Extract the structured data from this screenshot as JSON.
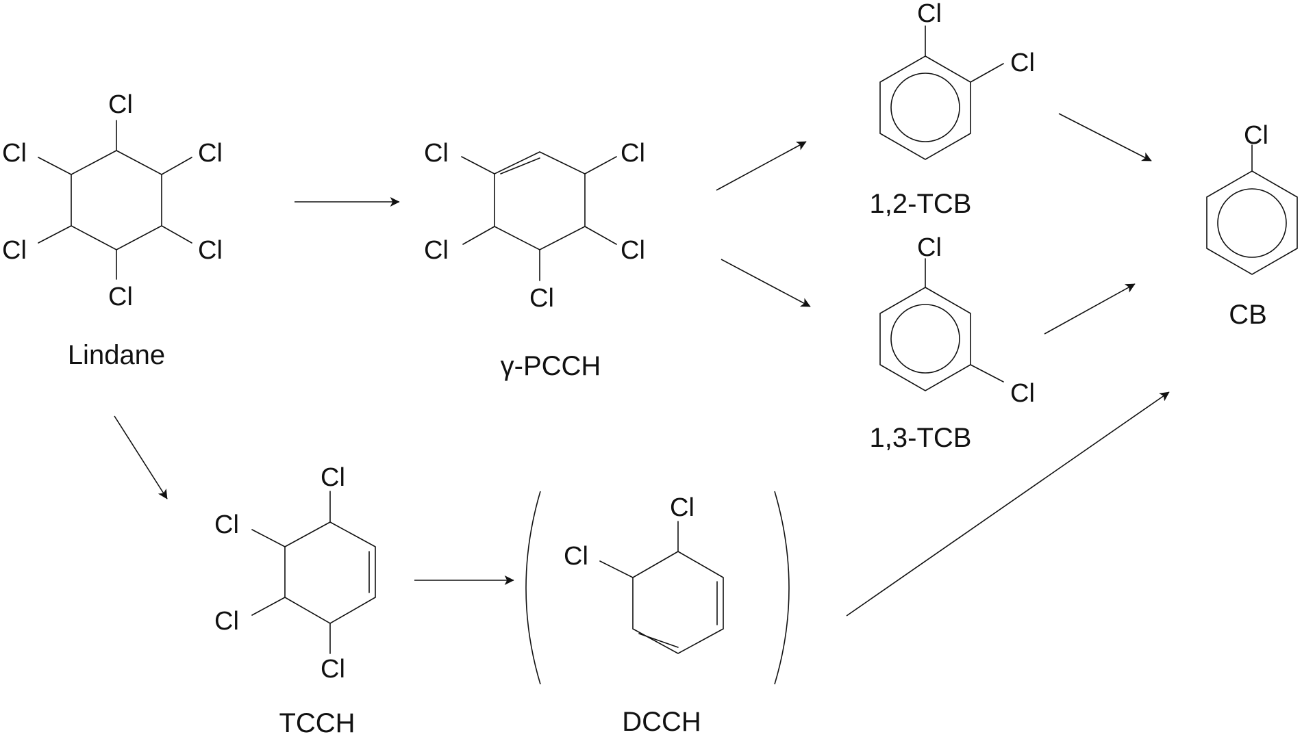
{
  "colors": {
    "ink": "#111111",
    "background": "#ffffff"
  },
  "atom_label": "Cl",
  "compounds": {
    "lindane": {
      "name": "Lindane"
    },
    "pcch": {
      "name": "γ-PCCH"
    },
    "tcb12": {
      "name": "1,2-TCB"
    },
    "tcb13": {
      "name": "1,3-TCB"
    },
    "cb": {
      "name": "CB"
    },
    "tcch": {
      "name": "TCCH"
    },
    "dcch": {
      "name": "DCCH"
    }
  }
}
